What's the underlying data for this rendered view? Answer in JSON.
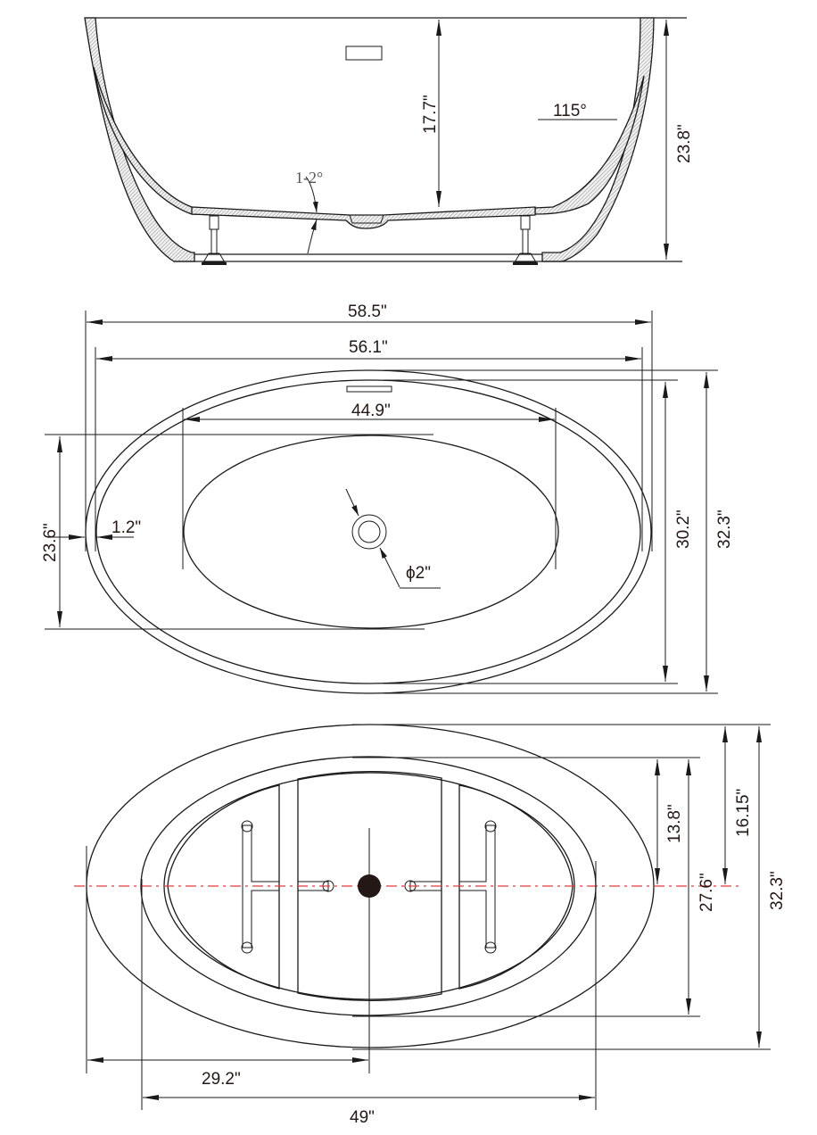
{
  "diagram": {
    "title": "Freestanding oval bathtub dimension drawing",
    "line_color": "#1a1a1a",
    "centerline_color": "#e03c3c",
    "views": {
      "side_section": {
        "labels": {
          "interior_depth": "17.7\"",
          "overall_height": "23.8\"",
          "wall_angle": "115°",
          "floor_slope": "1-2°"
        }
      },
      "top_view": {
        "labels": {
          "overall_length": "58.5\"",
          "rim_inner_length": "56.1\"",
          "basin_bottom_length": "44.9\"",
          "basin_bottom_width": "23.6\"",
          "rim_thickness": "1.2\"",
          "drain_diameter": "ϕ2\"",
          "rim_inner_width": "30.2\"",
          "overall_width": "32.3\""
        }
      },
      "bottom_view": {
        "labels": {
          "drain_to_end": "29.2\"",
          "base_length": "49\"",
          "base_half_width": "13.8\"",
          "half_width": "16.15\"",
          "base_width": "27.6\"",
          "overall_width": "32.3\""
        }
      }
    }
  }
}
